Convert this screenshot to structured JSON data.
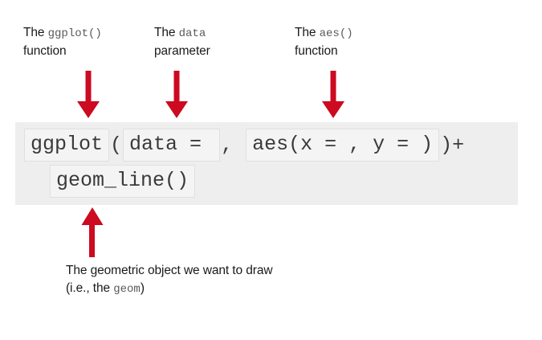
{
  "colors": {
    "arrow_red": "#CC0A20",
    "panel_bg": "#EEEEEE",
    "token_box_bg": "#F4F4F4",
    "token_box_border": "#E0E0E0",
    "code_text": "#3A3A3A",
    "caption_text": "#1A1A1A",
    "mono_inline_text": "#5A5A5A"
  },
  "callouts": {
    "ggplot": {
      "line1_prefix": "The ",
      "line1_code": "ggplot()",
      "line2": "function"
    },
    "data": {
      "line1_prefix": "The ",
      "line1_code": "data",
      "line2": "parameter"
    },
    "aes": {
      "line1_prefix": "The ",
      "line1_code": "aes()",
      "line2": "function"
    },
    "geom": {
      "line1": "The geometric object we want to draw",
      "line2_prefix": "(i.e., the ",
      "line2_code": "geom",
      "line2_suffix": ")"
    }
  },
  "code": {
    "line1": {
      "tokens": [
        {
          "text": "ggplot",
          "boxed": true
        },
        {
          "text": "(",
          "boxed": false
        },
        {
          "text": "data = ",
          "boxed": true
        },
        {
          "text": ", ",
          "boxed": false
        },
        {
          "text": "aes(x = , y = )",
          "boxed": true
        },
        {
          "text": ")+",
          "boxed": false
        }
      ]
    },
    "line2": {
      "tokens": [
        {
          "text": "geom_line()",
          "boxed": true
        }
      ]
    }
  },
  "arrows": [
    {
      "name": "arrow-to-ggplot",
      "direction": "down"
    },
    {
      "name": "arrow-to-data",
      "direction": "down"
    },
    {
      "name": "arrow-to-aes",
      "direction": "down"
    },
    {
      "name": "arrow-to-geom-line",
      "direction": "up"
    }
  ]
}
